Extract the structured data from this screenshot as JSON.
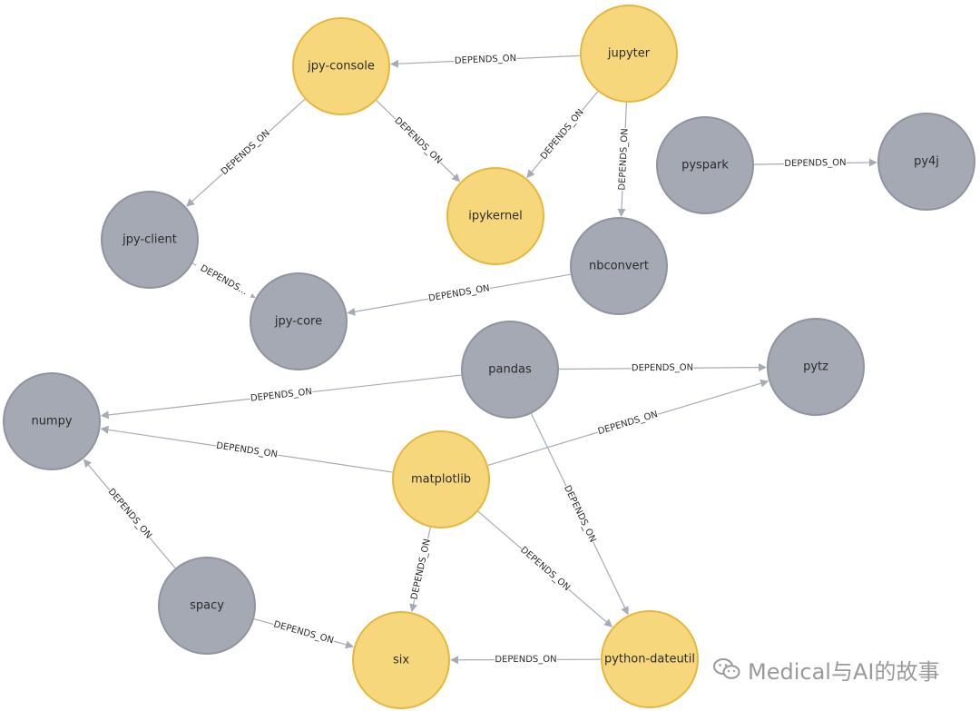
{
  "colors": {
    "highlight_fill": "#f7d77c",
    "highlight_stroke": "#e6b73e",
    "default_fill": "#a5a9b4",
    "default_stroke": "#8f949f",
    "edge": "#a6abb5",
    "label": "#2b2b2b"
  },
  "nodes": [
    {
      "id": "jpy-console",
      "label": "jpy-console",
      "highlight": true
    },
    {
      "id": "jupyter",
      "label": "jupyter",
      "highlight": true
    },
    {
      "id": "ipykernel",
      "label": "ipykernel",
      "highlight": true
    },
    {
      "id": "jpy-client",
      "label": "jpy-client",
      "highlight": false
    },
    {
      "id": "jpy-core",
      "label": "jpy-core",
      "highlight": false
    },
    {
      "id": "nbconvert",
      "label": "nbconvert",
      "highlight": false
    },
    {
      "id": "pyspark",
      "label": "pyspark",
      "highlight": false
    },
    {
      "id": "py4j",
      "label": "py4j",
      "highlight": false
    },
    {
      "id": "pandas",
      "label": "pandas",
      "highlight": false
    },
    {
      "id": "pytz",
      "label": "pytz",
      "highlight": false
    },
    {
      "id": "numpy",
      "label": "numpy",
      "highlight": false
    },
    {
      "id": "matplotlib",
      "label": "matplotlib",
      "highlight": true
    },
    {
      "id": "spacy",
      "label": "spacy",
      "highlight": false
    },
    {
      "id": "six",
      "label": "six",
      "highlight": true
    },
    {
      "id": "python-dateutil",
      "label": "python-dateutil",
      "highlight": true
    }
  ],
  "edges": [
    {
      "from": "jupyter",
      "to": "jpy-console",
      "label": "DEPENDS_ON"
    },
    {
      "from": "jupyter",
      "to": "ipykernel",
      "label": "DEPENDS_ON"
    },
    {
      "from": "jupyter",
      "to": "nbconvert",
      "label": "DEPENDS_ON"
    },
    {
      "from": "jpy-console",
      "to": "ipykernel",
      "label": "DEPENDS_ON"
    },
    {
      "from": "jpy-console",
      "to": "jpy-client",
      "label": "DEPENDS_ON"
    },
    {
      "from": "jpy-client",
      "to": "jpy-core",
      "label": "DEPENDS..."
    },
    {
      "from": "nbconvert",
      "to": "jpy-core",
      "label": "DEPENDS_ON"
    },
    {
      "from": "pyspark",
      "to": "py4j",
      "label": "DEPENDS_ON"
    },
    {
      "from": "pandas",
      "to": "pytz",
      "label": "DEPENDS_ON"
    },
    {
      "from": "pandas",
      "to": "numpy",
      "label": "DEPENDS_ON"
    },
    {
      "from": "pandas",
      "to": "python-dateutil",
      "label": "DEPENDS_ON"
    },
    {
      "from": "matplotlib",
      "to": "numpy",
      "label": "DEPENDS_ON"
    },
    {
      "from": "matplotlib",
      "to": "pytz",
      "label": "DEPENDS_ON"
    },
    {
      "from": "matplotlib",
      "to": "six",
      "label": "DEPENDS_ON"
    },
    {
      "from": "matplotlib",
      "to": "python-dateutil",
      "label": "DEPENDS_ON"
    },
    {
      "from": "spacy",
      "to": "numpy",
      "label": "DEPENDS_ON"
    },
    {
      "from": "spacy",
      "to": "six",
      "label": "DEPENDS_ON"
    },
    {
      "from": "python-dateutil",
      "to": "six",
      "label": "DEPENDS_ON"
    }
  ],
  "watermark": {
    "text": "Medical与AI的故事",
    "icon": "wechat-icon"
  }
}
